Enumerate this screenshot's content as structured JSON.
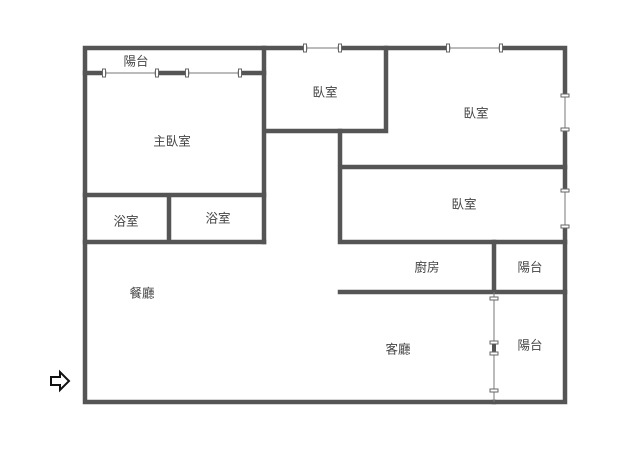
{
  "rooms": {
    "balcony_top": "陽台",
    "bedroom_small": "臥室",
    "bedroom_right_top": "臥室",
    "master_bedroom": "主臥室",
    "bathroom_left": "浴室",
    "bathroom_right": "浴室",
    "bedroom_right_middle": "臥室",
    "kitchen": "廚房",
    "balcony_kitchen": "陽台",
    "dining_room": "餐廳",
    "living_room": "客廳",
    "balcony_living": "陽台"
  },
  "colors": {
    "wall": "#555555",
    "entrance_arrow": "#111111"
  },
  "icons": {
    "entrance": "right-arrow-outline-icon"
  }
}
